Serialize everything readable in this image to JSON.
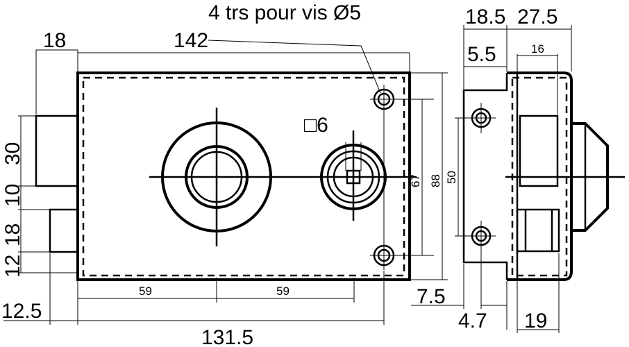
{
  "drawing": {
    "note": "4 trs pour vis Ø5",
    "square_key": "□6",
    "dims": {
      "d18": "18",
      "d142": "142",
      "d18_5": "18.5",
      "d27_5": "27.5",
      "d5_5": "5.5",
      "d16": "16",
      "d30": "30",
      "d10": "10",
      "d18b": "18",
      "d12": "12",
      "d67": "67",
      "d88": "88",
      "d50": "50",
      "d59a": "59",
      "d59b": "59",
      "d7_5": "7.5",
      "d12_5": "12.5",
      "d4_7": "4.7",
      "d19": "19",
      "d131_5": "131.5"
    }
  }
}
